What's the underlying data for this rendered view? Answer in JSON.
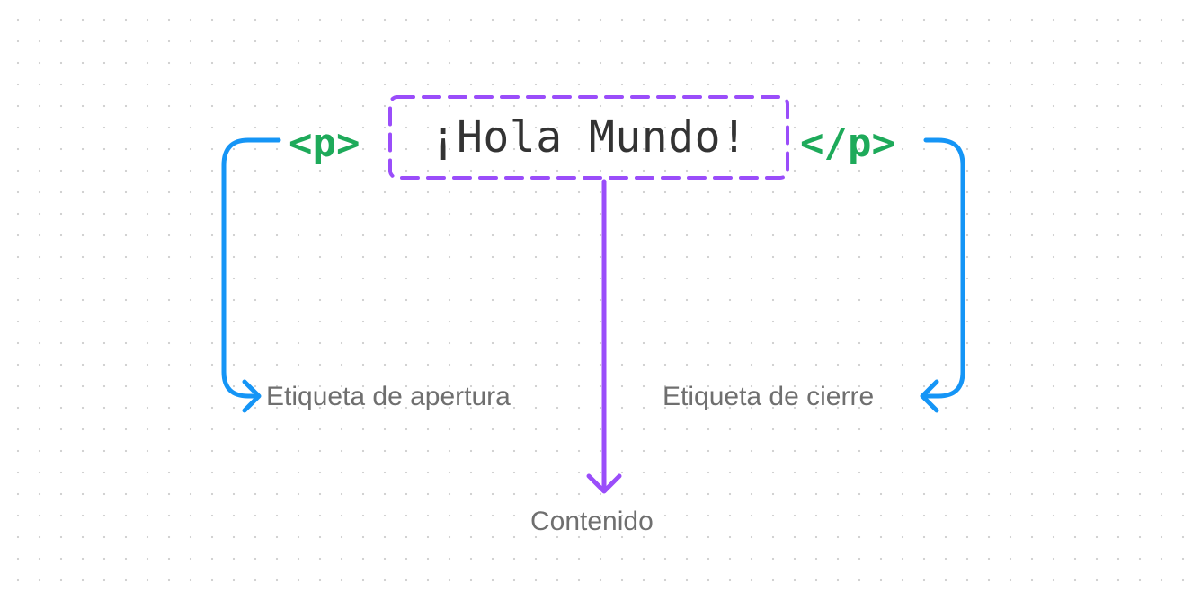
{
  "diagram": {
    "open_tag": "<p>",
    "close_tag": "</p>",
    "content": "¡Hola Mundo!",
    "labels": {
      "opening": "Etiqueta de apertura",
      "closing": "Etiqueta de cierre",
      "content": "Contenido"
    }
  },
  "colors": {
    "tag": "#1eaa5a",
    "content_text": "#333333",
    "content_box": "#9a4dfa",
    "tag_arrows": "#1595f6",
    "content_arrow": "#9a4dfa",
    "labels": "#6f6f6f"
  }
}
